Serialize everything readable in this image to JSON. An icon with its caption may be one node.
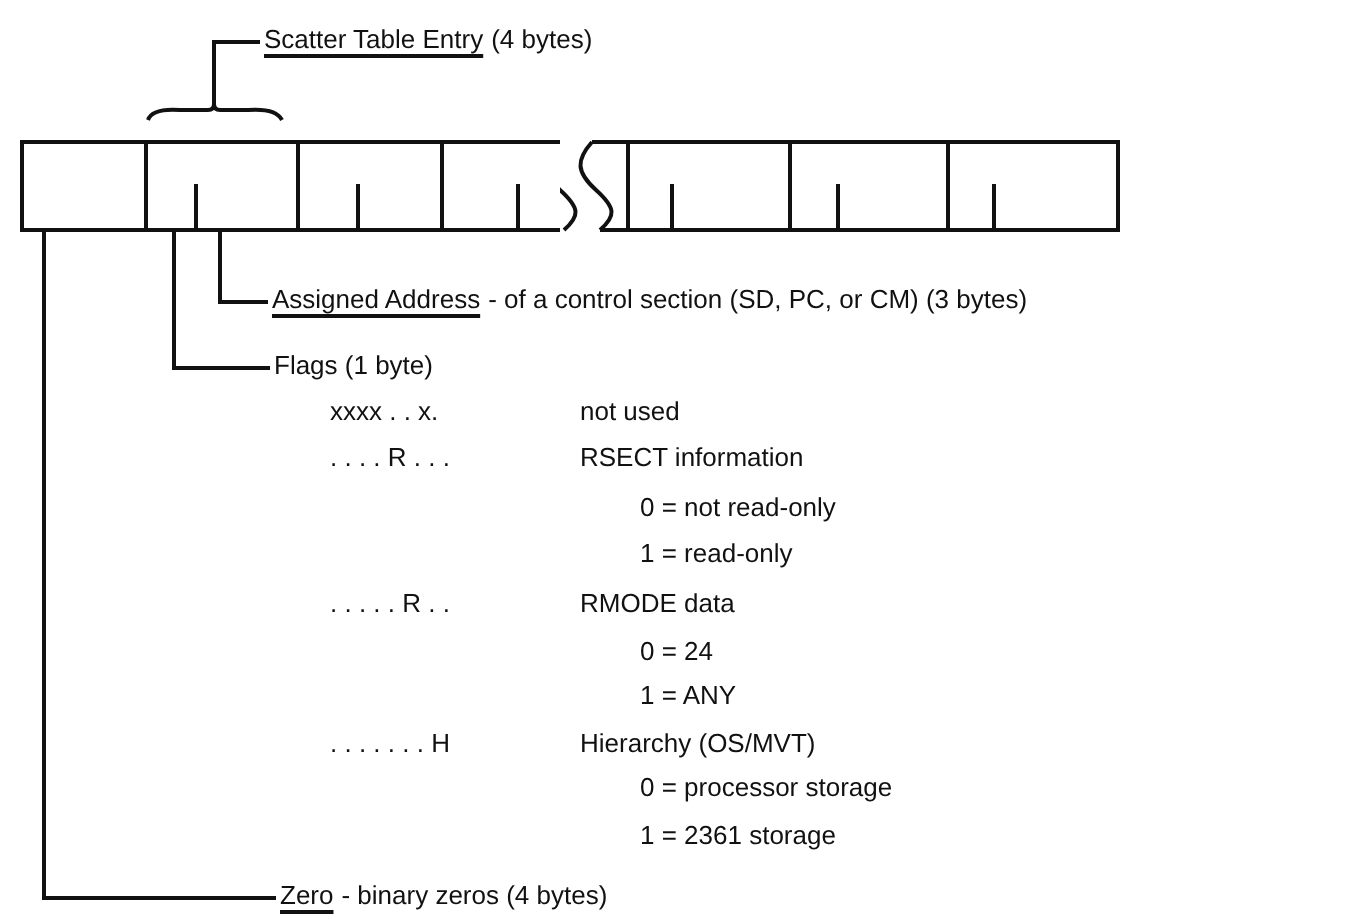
{
  "diagram": {
    "nodes": [
      {
        "text": [
          "Scatter Table Entry",
          "(4 bytes)"
        ]
      },
      {
        "text": [],
        "shape": "box"
      },
      {
        "text": [],
        "shape": "box"
      },
      {
        "text": [],
        "shape": "box"
      },
      {
        "text": [],
        "shape": "box"
      },
      {
        "text": [],
        "shape": "box"
      },
      {
        "text": [],
        "shape": "box"
      },
      {
        "text": [],
        "shape": "box"
      },
      {
        "text": [
          "Assigned Address",
          "- of a control section (SD, PC, or CM) (3 bytes)"
        ]
      },
      {
        "text": [
          "Flags (1 byte)"
        ]
      },
      {
        "text": [
          "Zero",
          "- binary zeros (4 bytes)"
        ]
      }
    ],
    "edges": [
      {
        "from": 0,
        "to": 2,
        "arrow": "none"
      },
      {
        "from": 8,
        "to": 2,
        "arrow": "none"
      },
      {
        "from": 9,
        "to": 2,
        "arrow": "none"
      },
      {
        "from": 10,
        "to": 1,
        "arrow": "none"
      }
    ],
    "labels": [
      "xxxx . . x.",
      "not used",
      ". . . . R . . .",
      "RSECT information",
      "0 = not read-only",
      "1 = read-only",
      ". . . . . R . .",
      "RMODE data",
      "0 = 24",
      "1 = ANY",
      ". . . . . . . H",
      "Hierarchy (OS/MVT)",
      "0 = processor storage",
      "1 = 2361 storage"
    ]
  }
}
